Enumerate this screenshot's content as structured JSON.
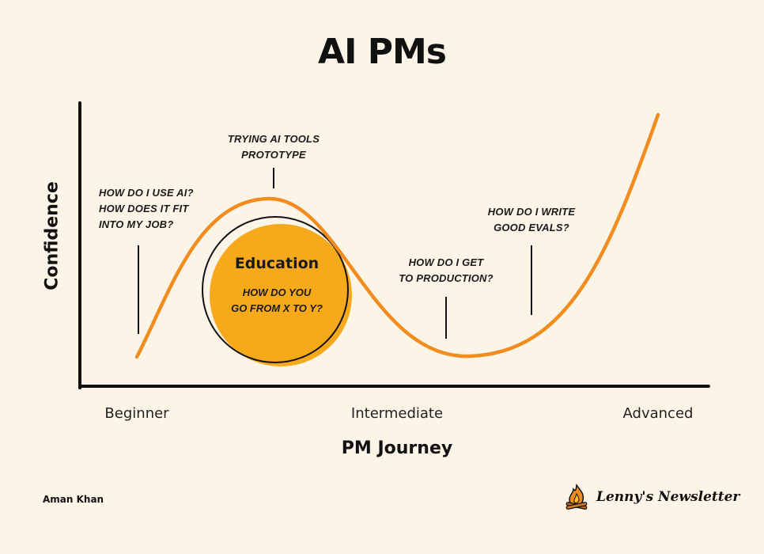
{
  "title": "AI PMs",
  "axes": {
    "y_label": "Confidence",
    "x_label": "PM Journey",
    "x_ticks": [
      "Beginner",
      "Intermediate",
      "Advanced"
    ]
  },
  "annotations": {
    "use_ai": [
      "HOW DO I USE AI?",
      "HOW DOES IT FIT",
      "INTO MY JOB?"
    ],
    "trying_tools": [
      "TRYING AI TOOLS",
      "PROTOTYPE"
    ],
    "production": [
      "HOW DO I GET",
      "TO PRODUCTION?"
    ],
    "evals": [
      "HOW DO I WRITE",
      "GOOD EVALS?"
    ]
  },
  "education": {
    "title": "Education",
    "lines": [
      "HOW DO YOU",
      "GO FROM X TO Y?"
    ]
  },
  "footer": {
    "author": "Aman Khan",
    "brand": "Lenny's Newsletter",
    "brand_icon": "campfire-icon"
  },
  "colors": {
    "background": "#fdf4e8",
    "curve": "#f28c1e",
    "circle_fill": "#f7a91c",
    "ink": "#111111"
  }
}
